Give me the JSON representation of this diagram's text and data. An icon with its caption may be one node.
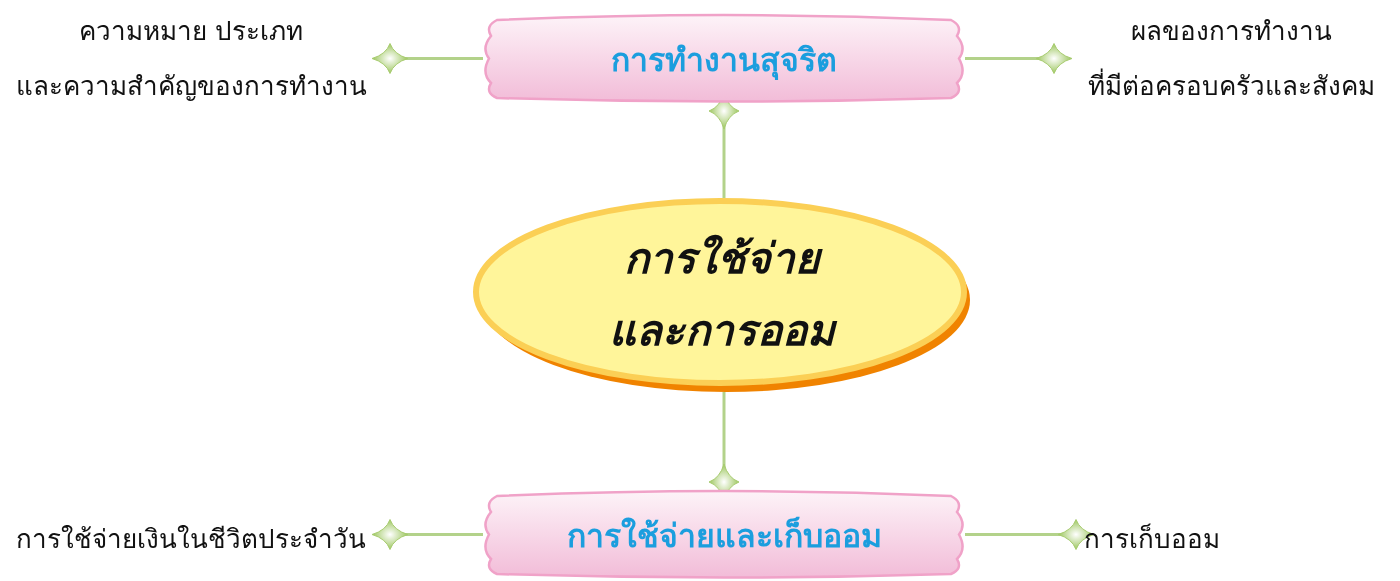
{
  "diagram": {
    "nodes": [
      {
        "text": [
          "การใช้จ่าย และการออม"
        ]
      },
      {
        "text": [
          "การทำงานสุจริต"
        ]
      },
      {
        "text": [
          "การใช้จ่ายและเก็บออม"
        ]
      },
      {
        "text": [
          "ความหมาย ประเภท และความสำคัญของการทำงาน"
        ]
      },
      {
        "text": [
          "ผลของการทำงาน ที่มีต่อครอบครัวและสังคม"
        ]
      },
      {
        "text": [
          "การใช้จ่ายเงินในชีวิตประจำวัน"
        ]
      },
      {
        "text": [
          "การเก็บออม"
        ]
      }
    ],
    "edges": [
      {
        "from": 0,
        "to": 1,
        "arrow": "other"
      },
      {
        "from": 0,
        "to": 2,
        "arrow": "other"
      },
      {
        "from": 1,
        "to": 3,
        "arrow": "other"
      },
      {
        "from": 1,
        "to": 4,
        "arrow": "other"
      },
      {
        "from": 2,
        "to": 5,
        "arrow": "other"
      },
      {
        "from": 2,
        "to": 6,
        "arrow": "other"
      }
    ]
  }
}
